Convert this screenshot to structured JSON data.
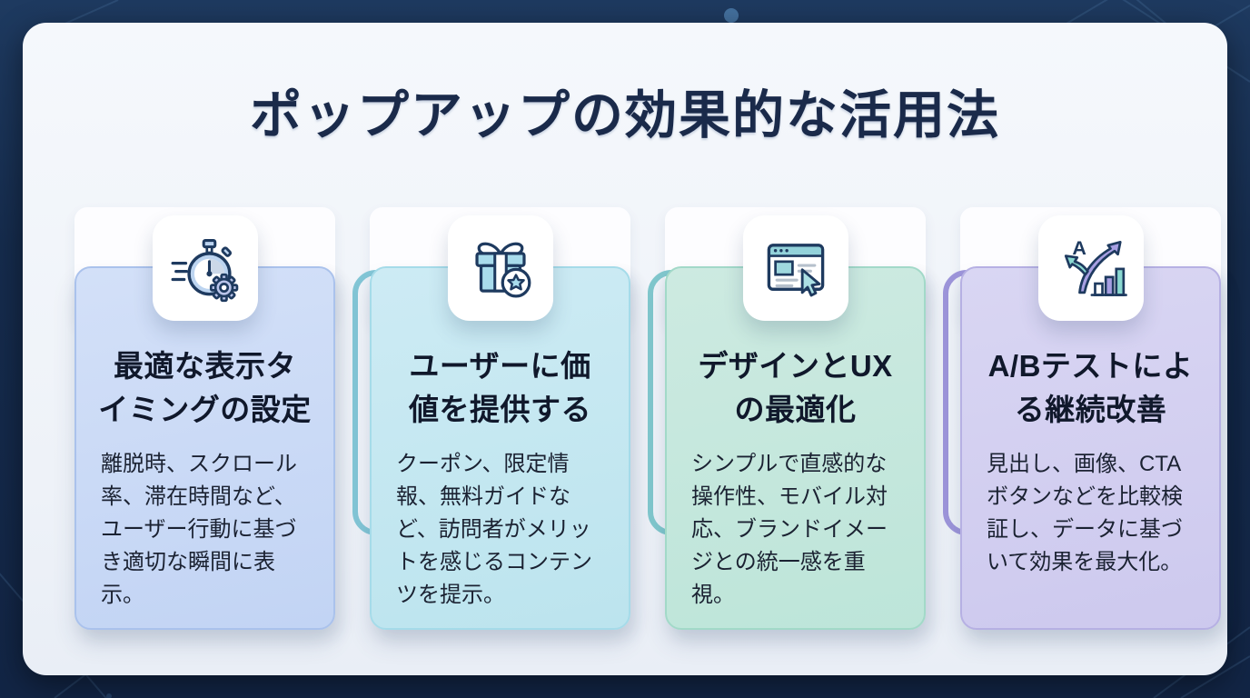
{
  "slide": {
    "title": "ポップアップの効果的な活用法",
    "background_color": "#152b4c",
    "panel_color": "#f0f4f9",
    "title_color": "#1a2a4a"
  },
  "cards": [
    {
      "icon": "stopwatch-gear-icon",
      "title_lines": [
        "最適な表示タ",
        "イミングの設定"
      ],
      "body": "離脱時、スクロール率、滞在時間など、ユーザー行動に基づき適切な瞬間に表示。",
      "colors": {
        "fill1": "#d3e0f8",
        "fill2": "#c2d4f4",
        "bd": "#aac2ec",
        "outline": "#8fb0df"
      }
    },
    {
      "icon": "gift-star-icon",
      "title_lines": [
        "ユーザーに価",
        "値を提供する"
      ],
      "body": "クーポン、限定情報、無料ガイドなど、訪問者がメリットを感じるコンテンツを提示。",
      "colors": {
        "fill1": "#cdebf4",
        "fill2": "#bce4ee",
        "bd": "#a5dbe9",
        "outline": "#83c6d6"
      }
    },
    {
      "icon": "browser-cursor-icon",
      "title_lines": [
        "デザインとUX",
        "の最適化"
      ],
      "body": "シンプルで直感的な操作性、モバイル対応、ブランドイメージとの統一感を重視。",
      "colors": {
        "fill1": "#cdeae1",
        "fill2": "#bde5d9",
        "bd": "#a2d9c8",
        "outline": "#80c7cd"
      }
    },
    {
      "icon": "ab-test-growth-icon",
      "title_lines": [
        "A/Bテストによ",
        "る継続改善"
      ],
      "body": "見出し、画像、CTAボタンなどを比較検証し、データに基づいて効果を最大化。",
      "colors": {
        "fill1": "#d9d6f3",
        "fill2": "#cdc9ee",
        "bd": "#b6b0e3",
        "outline": "#9d95da"
      }
    }
  ]
}
